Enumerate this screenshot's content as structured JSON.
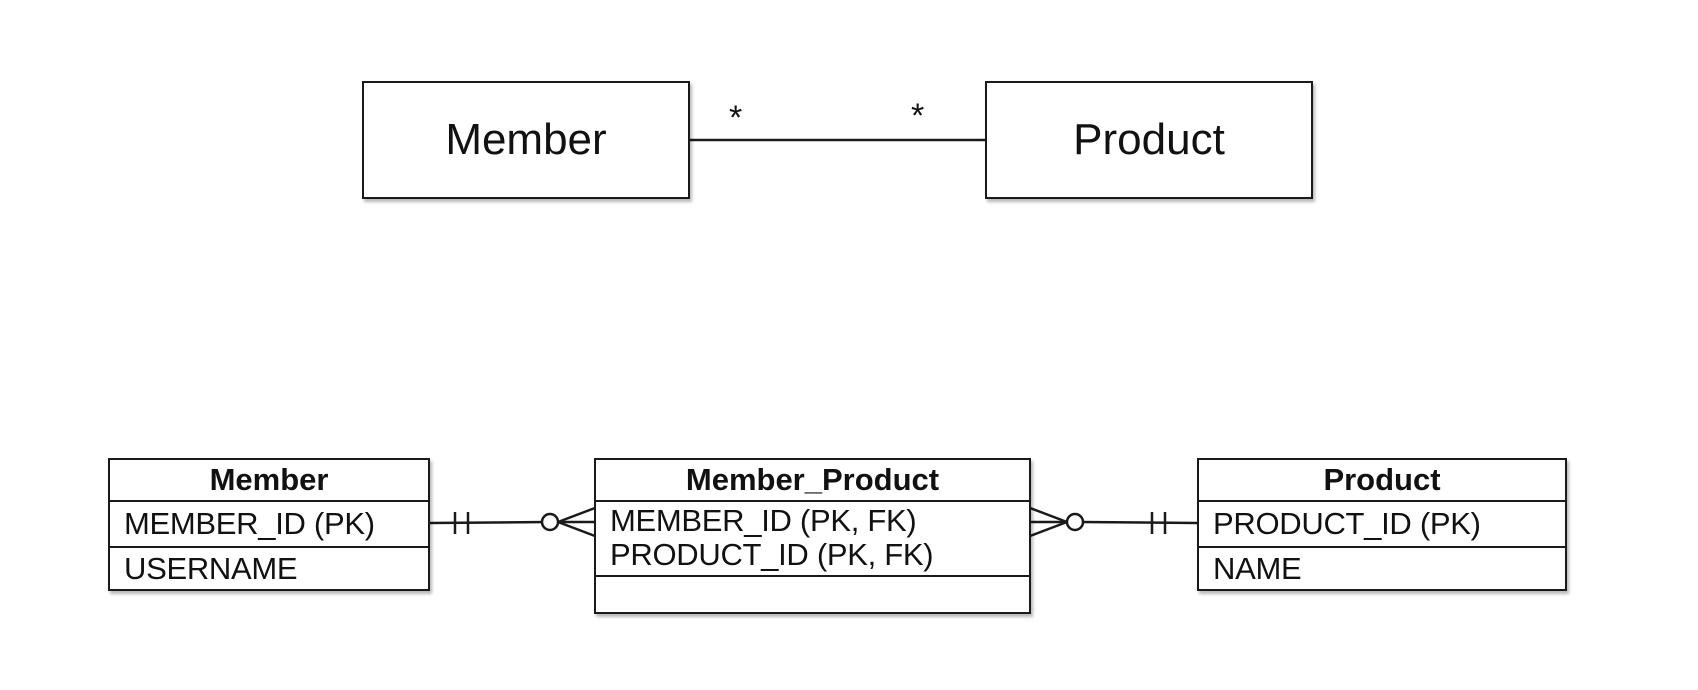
{
  "class_diagram": {
    "left_class": "Member",
    "right_class": "Product",
    "left_multiplicity": "*",
    "right_multiplicity": "*"
  },
  "erd": {
    "member": {
      "title": "Member",
      "columns": [
        "MEMBER_ID (PK)",
        "USERNAME"
      ]
    },
    "member_product": {
      "title": "Member_Product",
      "columns": [
        "MEMBER_ID (PK, FK)",
        "PRODUCT_ID (PK, FK)"
      ]
    },
    "product": {
      "title": "Product",
      "columns": [
        "PRODUCT_ID (PK)",
        "NAME"
      ]
    },
    "relations": [
      {
        "from": "Member",
        "to": "Member_Product",
        "from_cardinality": "one-and-only-one",
        "to_cardinality": "zero-or-many"
      },
      {
        "from": "Product",
        "to": "Member_Product",
        "from_cardinality": "one-and-only-one",
        "to_cardinality": "zero-or-many"
      }
    ]
  }
}
